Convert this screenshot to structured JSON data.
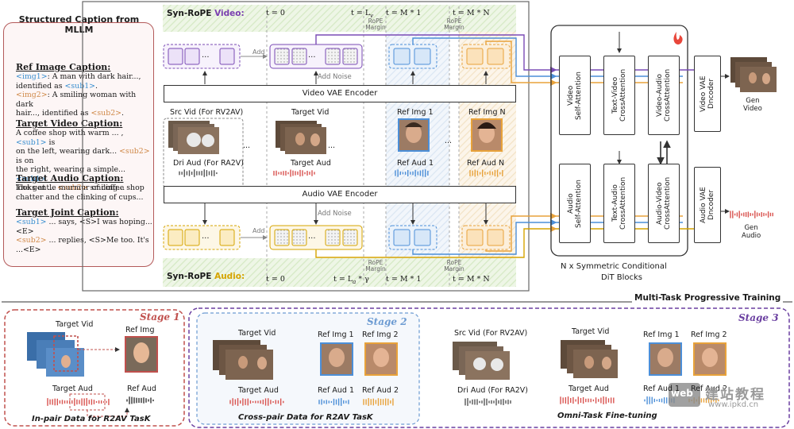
{
  "caption_panel": {
    "title": "Structured Caption from MLLM",
    "ref_image": {
      "heading": "Ref Image Caption:",
      "l1a": "<img1>",
      "l1b": ": A man with dark hair...,",
      "l2a": "identified as ",
      "l2b": "<sub1>",
      "l2c": ".",
      "l3a": "<img2>",
      "l3b": ": A smiling woman with dark",
      "l4a": "hair..., identified as ",
      "l4b": "<sub2>",
      "l4c": "."
    },
    "target_video": {
      "heading": "Target Video Caption:",
      "l1a": "A coffee shop with warm ... ,",
      "l1b": "<sub1>",
      "l1c": " is",
      "l2a": "on the left, wearing dark... ",
      "l2b": "<sub2>",
      "l2c": " is on",
      "l3": "the right, wearing a simple... ",
      "l3b": "<sub1>",
      "l4a": "looks at ... ",
      "l4b": "<sub2>",
      "l4c": " smiling..."
    },
    "target_audio": {
      "heading": "Target Audio Caption:",
      "l1": "The gentle murmur of coffee shop",
      "l2": "chatter and the clinking of cups..."
    },
    "target_joint": {
      "heading": "Target Joint Caption:",
      "l1a": "<sub1>",
      "l1b": " ... says, <S>I was hoping...<E>",
      "l2a": "<sub2>",
      "l2b": " ... replies, <S>Me too. It's ...<E>"
    }
  },
  "video_section": {
    "title_a": "Syn-RoPE ",
    "title_b": "Video:",
    "t0": "t = 0",
    "tLv": "t = L",
    "tLv_sub": "v",
    "tM1": "t = M * 1",
    "tMN": "t = M * N",
    "rope_margin_1": "RoPE\nMargin",
    "rope_margin_2": "RoPE\nMargin",
    "add": "Add",
    "add_noise": "Add Noise",
    "encoder": "Video VAE Encoder",
    "src_vid": "Src Vid (For RV2AV)",
    "target_vid": "Target Vid",
    "ref_img_1": "Ref Img 1",
    "ref_img_n": "Ref Img N",
    "dri_aud": "Dri Aud (For RA2V)",
    "target_aud": "Target Aud",
    "ref_aud_1": "Ref Aud 1",
    "ref_aud_n": "Ref Aud N",
    "dots": "..."
  },
  "audio_section": {
    "title_a": "Syn-RoPE ",
    "title_b": "Audio:",
    "encoder": "Audio VAE Encoder",
    "add": "Add",
    "add_noise": "Add Noise",
    "rope_margin_1": "RoPE\nMargin",
    "rope_margin_2": "RoPE\nMargin",
    "t0": "t = 0",
    "tLa": "t = L",
    "tLa_sub": "a",
    "tLa_tail": " * γ",
    "tM1": "t = M * 1",
    "tMN": "t = M * N"
  },
  "dit": {
    "video_self": "Video\nSelf-Attention",
    "text_video": "Text-Video\nCrossAttention",
    "video_audio": "Video-Audio\nCrossAttention",
    "video_vae": "Video VAE\nDncoder",
    "audio_self": "Audio\nSelf-Attention",
    "text_audio": "Text-Audio\nCrossAttention",
    "audio_video": "Audio-Video\nCrossAttention",
    "audio_vae": "Audio VAE\nDncoder",
    "caption_1": "N x Symmetric Conditional",
    "caption_2": "DiT Blocks",
    "gen_video": "Gen\nVideo",
    "gen_audio": "Gen\nAudio"
  },
  "training": {
    "title": "Multi-Task Progressive Training",
    "stage1": {
      "label": "Stage 1",
      "target_vid": "Target Vid",
      "ref_img": "Ref Img",
      "target_aud": "Target Aud",
      "ref_aud": "Ref Aud",
      "caption": "In-pair Data for R2AV TasK"
    },
    "stage2": {
      "label": "Stage 2",
      "target_vid": "Target Vid",
      "ref_img_1": "Ref Img 1",
      "ref_img_2": "Ref Img 2",
      "target_aud": "Target Aud",
      "ref_aud_1": "Ref Aud 1",
      "ref_aud_2": "Ref Aud 2",
      "caption": "Cross-pair Data for R2AV TasK"
    },
    "stage3": {
      "label": "Stage 3",
      "src_vid": "Src Vid (For RV2AV)",
      "target_vid": "Target Vid",
      "ref_img_1": "Ref Img 1",
      "ref_img_2": "Ref Img 2",
      "dri_aud": "Dri Aud (For RA2V)",
      "target_aud": "Target Aud",
      "ref_aud_1": "Ref Aud 1",
      "ref_aud_2": "Ref Aud 2",
      "caption": "Omni-Task Fine-tuning"
    }
  },
  "watermark": {
    "logo": "web",
    "cn": "建站教程",
    "url": "www.ipkd.cn"
  },
  "colors": {
    "video_title": "#7a3fb0",
    "audio_title": "#d6a400",
    "purple": "#7a4bb5",
    "blue": "#4c8fd8",
    "orange": "#e8a23a",
    "stage1": "#c0504d",
    "stage2": "#6c9bd2",
    "stage3": "#6a3fa0"
  }
}
